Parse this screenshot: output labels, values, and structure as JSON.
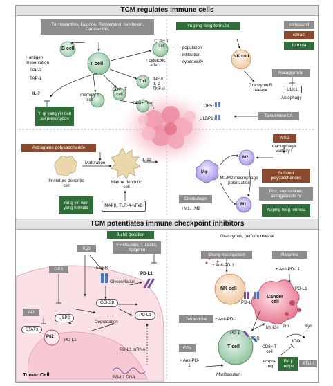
{
  "top": {
    "header": "TCM regulates immune cells",
    "compounds": "Trichosanthin, Licorice, Resverstrol, Isovitexin, Cantharidin,",
    "b_cell": "B cell",
    "t_cell": "T cell",
    "cd8_t_cell": "CD8+ T cell",
    "cd8_effect": "↑ cytotoxic effect",
    "antigen": "↑ antigen presentation",
    "tap2": "TAP-2",
    "tap1": "TAP-1",
    "il7": "IL-7",
    "memory_t": "memory T cell",
    "cd4_t": "CD4+ T cell",
    "th1": "Th1",
    "cd4_treg": "CD4+ Treg",
    "cytokines": "INF-γ IL-2 TNF-α",
    "arrows_up": "↑",
    "arrow_down": "↓",
    "yi_qi": "Yi qi yang yin tian sui prescription",
    "yu_ping_1": "Yu ping feng formula",
    "legend_compound": "compound",
    "legend_extract": "extract",
    "legend_formula": "formula",
    "nk_cell": "NK cell",
    "nk_population": "↑ population",
    "nk_infiltration": "↑ infiltration",
    "nk_cytotoxicity": "↑ cytotoxicity",
    "rocaglamide": "Rocaglamide",
    "ulk1": "ULK1",
    "autophagy": "Autophagy",
    "granzyme_release": "Granzyme B release",
    "dr5": "DR5↑",
    "ulbp1": "ULBP1↑",
    "tanshinone": "Tanshinone IIA",
    "astragalus": "Astragalus polysaccharide",
    "maturation": "Maturation",
    "immature_dc": "Immature dendritic cell",
    "mature_dc": "Mature dendritic cell",
    "il12": "IL-12",
    "yang_yin": "Yang yin wen yang formula",
    "mapk": "MAPK, TLR-4-NFκB",
    "mphi": "Mφ",
    "m2": "M2",
    "m1": "M1",
    "polarization": "M1/M2 macrophage polarization",
    "cinobufagin": "Cinobufagin",
    "m1m2_change": "↑M1, ↓M2",
    "wsg": "WSG",
    "macrophage_viability": "macrophage viability↑",
    "sulfated": "Sulfated polysaccharides",
    "rh2": "Rh2, sophoridine, astragaloside IV",
    "yu_ping_2": "Yu ping feng formula"
  },
  "bottom": {
    "header": "TCM potentiates immune checkpoint inhibitors",
    "bu_fei": "Bu fei decotion",
    "evodiamine": "Evodiamine, Luteolin, Apigenin",
    "rg3": "Rg3",
    "egfr": "EGFR",
    "gps_left": "GPS",
    "glycosylation": "Glycosylation",
    "pdl1_top": "PD-L1",
    "gsk3b": "GSK3β",
    "usp2": "USP2",
    "degradation": "Degradation",
    "pdl1_mid": "PD-L1",
    "ad": "AD",
    "stat3": "STAT3",
    "p62": "P62↑",
    "pdl1_low": "PD-L1",
    "pdl1_mrna": "PD-L1 mRNA",
    "pdl1_dna": "PD-L1 DNA",
    "tumor_cell": "Tumor Cell",
    "granzymes": "Granzymes, perforin release",
    "shong_mai": "Shong mai injection",
    "aloperine": "Aloperine",
    "anti_pd1_a": "+ Anti-PD-1",
    "anti_pdl1": "+ Anti-PD-L1",
    "nk_cell": "NK cell",
    "pd1_nk": "PD-1",
    "pdl1_cancer": "PD-L1",
    "cancer_cell": "Cancer cell",
    "tetrandrine": "Tetrandrine",
    "anti_pd1_b": "+ Anti-PD-1",
    "mhc": "MHC-I",
    "tcr": "TCR",
    "pd1_t": "PD-1",
    "t_cell": "T cell",
    "gps_right": "GPs",
    "anti_pd1_c": "+ Anti-PD-1",
    "cd8_t": "CD8+ T cell",
    "foxp3": "Foxp3+ Treg",
    "muribaculum": "Muribaculum↑",
    "trp": "Trp",
    "kyn": "Kyn",
    "ido": "IDO",
    "fei_ji": "Fei ji recipe",
    "atliii": "ATLIII"
  },
  "colors": {
    "compound": "#8d8d8d",
    "extract": "#8a4b2c",
    "formula": "#2f6e38",
    "tumor": "#f4b6c2",
    "t_cell": "#6aa87a",
    "nk": "#f5dcc2",
    "dc": "#e9d8b0",
    "macrophage": "#b7a6e8"
  }
}
